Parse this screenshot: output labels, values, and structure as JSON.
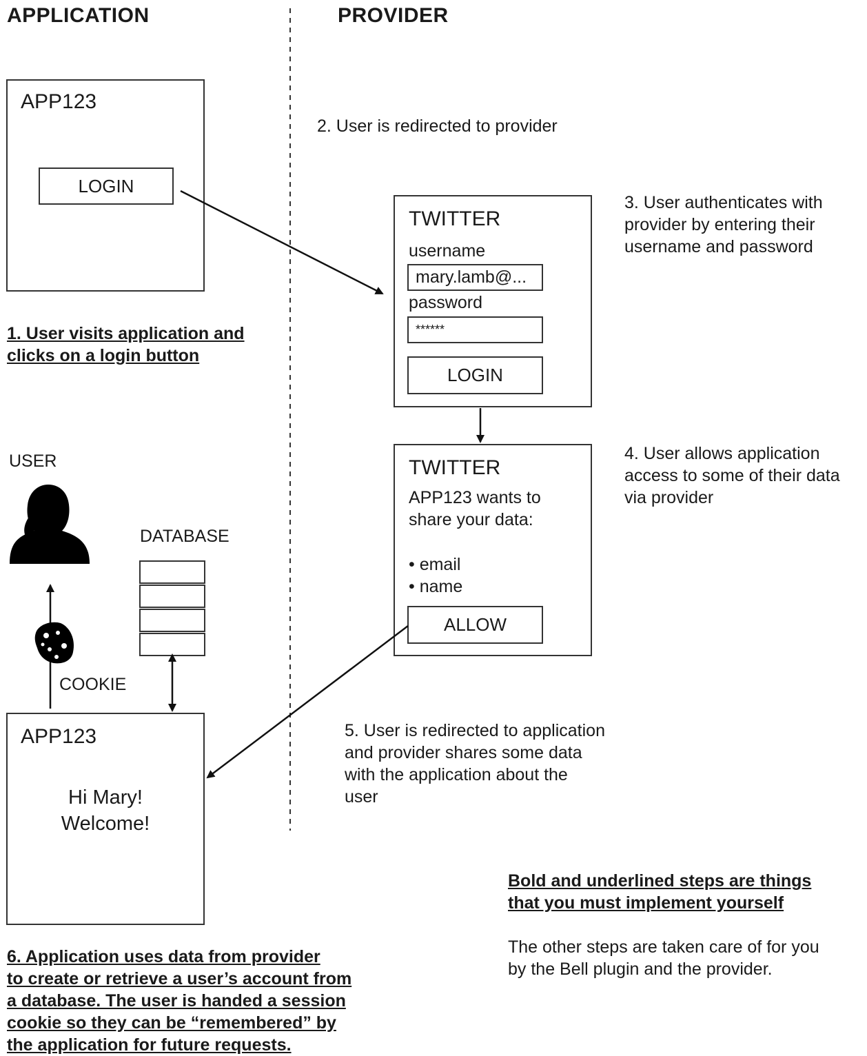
{
  "columns": {
    "application": "APPLICATION",
    "provider": "PROVIDER"
  },
  "app_box_top": {
    "title": "APP123",
    "login_button": "LOGIN"
  },
  "steps": {
    "step1": [
      "1. User visits application and",
      "clicks on a login button"
    ],
    "step2": "2. User is redirected to provider",
    "step3": [
      "3. User authenticates with",
      "provider by entering their",
      "username and password"
    ],
    "step4": [
      "4. User allows application",
      "access to some of their data",
      "via provider"
    ],
    "step5": [
      "5. User is redirected to application",
      "and provider shares some data",
      "with the application about the",
      "user"
    ],
    "step6": [
      "6. Application uses data from provider",
      "to create or retrieve a user’s account from",
      "a database. The user is handed a session",
      "cookie so they can be “remembered” by",
      "the application for future requests."
    ]
  },
  "twitter_login": {
    "title": "TWITTER",
    "username_label": "username",
    "username_value": "mary.lamb@...",
    "password_label": "password",
    "password_value": "******",
    "login_button": "LOGIN"
  },
  "twitter_allow": {
    "title": "TWITTER",
    "message": [
      "APP123 wants to",
      "share your data:"
    ],
    "items": [
      "• email",
      "• name"
    ],
    "allow_button": "ALLOW"
  },
  "user_label": "USER",
  "database_label": "DATABASE",
  "cookie_label": "COOKIE",
  "app_box_bottom": {
    "title": "APP123",
    "greeting": [
      "Hi Mary!",
      "Welcome!"
    ]
  },
  "legend": {
    "bold_note": [
      "Bold and underlined steps are things",
      "that you must implement yourself"
    ],
    "other_note": [
      "The other steps are taken care of for you",
      "by the Bell plugin and the provider."
    ]
  },
  "colors": {
    "stroke": "#333333",
    "text": "#1a1a1a",
    "silhouette": "#000000"
  },
  "icons": {
    "user": "user-silhouette-icon",
    "cookie": "cookie-icon",
    "database": "database-icon"
  }
}
